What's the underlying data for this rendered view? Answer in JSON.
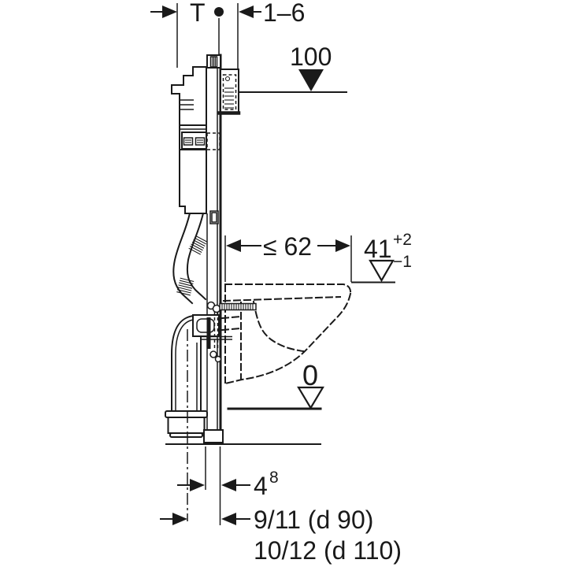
{
  "colors": {
    "line": "#1a1a1a",
    "background": "#ffffff"
  },
  "dimensions": {
    "depth": {
      "label": "T"
    },
    "finished_wall_range": {
      "label": "1–6"
    },
    "actuator_level": {
      "label": "100"
    },
    "bowl_projection": {
      "label": "≤ 62"
    },
    "bowl_rim_level": {
      "value": "41",
      "tolerance_plus": "+2",
      "tolerance_minus": "−1"
    },
    "floor_level": {
      "label": "0"
    },
    "outlet_offset": {
      "value": "4",
      "superscript": "8"
    },
    "outlet_height_d90": {
      "label": "9/11 (d 90)"
    },
    "outlet_height_d110": {
      "label": "10/12 (d 110)"
    }
  }
}
